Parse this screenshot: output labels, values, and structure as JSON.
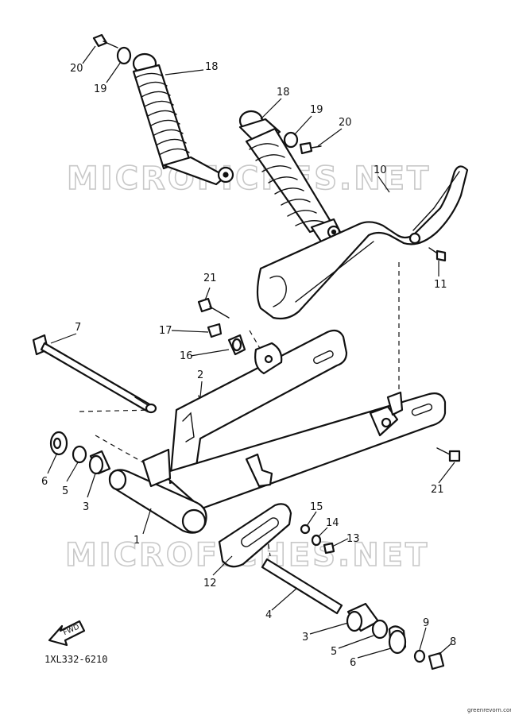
{
  "diagram": {
    "part_code": "1XL332-6210",
    "fwd_label": "FWD",
    "watermark": "MICROFICHES.NET",
    "credit": "greenrevorn.com",
    "callouts": {
      "c1": "1",
      "c2": "2",
      "c3a": "3",
      "c3b": "3",
      "c4": "4",
      "c5a": "5",
      "c5b": "5",
      "c6a": "6",
      "c6b": "6",
      "c7": "7",
      "c8": "8",
      "c9": "9",
      "c10": "10",
      "c11": "11",
      "c12": "12",
      "c13": "13",
      "c14": "14",
      "c15": "15",
      "c16": "16",
      "c17": "17",
      "c18a": "18",
      "c18b": "18",
      "c19a": "19",
      "c19b": "19",
      "c20a": "20",
      "c20b": "20",
      "c21a": "21",
      "c21b": "21"
    }
  }
}
